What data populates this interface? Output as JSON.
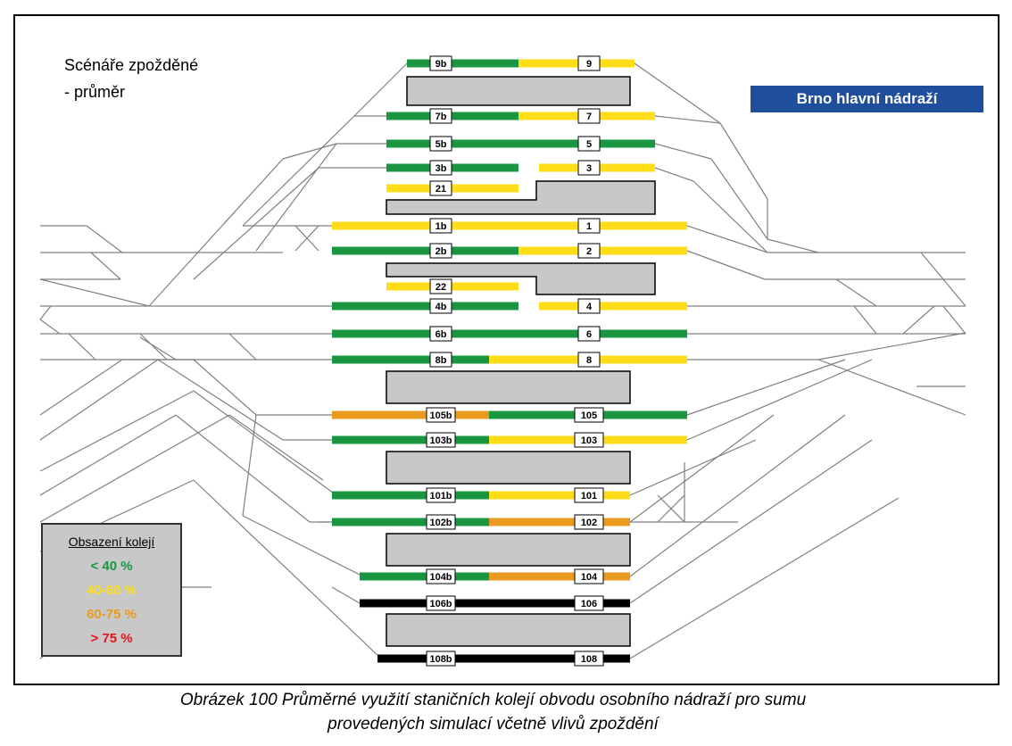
{
  "scenario": {
    "line1": "Scénáře zpožděné",
    "line2": "- průměr"
  },
  "station_name": "Brno hlavní nádraží",
  "legend": {
    "title": "Obsazení kolejí",
    "items": [
      {
        "label": "< 40 %",
        "color": "#1a9641"
      },
      {
        "label": "40-60 %",
        "color": "#ffde17"
      },
      {
        "label": "60-75 %",
        "color": "#e89b1e"
      },
      {
        "label": "> 75 %",
        "color": "#e8141c"
      }
    ]
  },
  "caption": {
    "line1": "Obrázek 100 Průměrné využití staničních kolejí obvodu osobního nádraží pro sumu",
    "line2": "provedených simulací včetně vlivů zpoždění"
  },
  "colors": {
    "green": "#1a9641",
    "yellow": "#ffde17",
    "orange": "#e89b1e",
    "black": "#000000",
    "platform": "#c8c8c8",
    "line": "#808080"
  },
  "tracks": [
    {
      "west": "9b",
      "east": "9",
      "wcolor": "green",
      "ecolor": "yellow"
    },
    {
      "west": "7b",
      "east": "7",
      "wcolor": "green",
      "ecolor": "yellow"
    },
    {
      "west": "5b",
      "east": "5",
      "wcolor": "green",
      "ecolor": "green"
    },
    {
      "west": "3b",
      "east": "3",
      "wcolor": "green",
      "ecolor": "yellow"
    },
    {
      "west": "21",
      "east": "",
      "wcolor": "yellow",
      "ecolor": ""
    },
    {
      "west": "1b",
      "east": "1",
      "wcolor": "yellow",
      "ecolor": "yellow"
    },
    {
      "west": "2b",
      "east": "2",
      "wcolor": "green",
      "ecolor": "yellow"
    },
    {
      "west": "22",
      "east": "",
      "wcolor": "yellow",
      "ecolor": ""
    },
    {
      "west": "4b",
      "east": "4",
      "wcolor": "green",
      "ecolor": "yellow"
    },
    {
      "west": "6b",
      "east": "6",
      "wcolor": "green",
      "ecolor": "green"
    },
    {
      "west": "8b",
      "east": "8",
      "wcolor": "green",
      "ecolor": "yellow"
    },
    {
      "west": "105b",
      "east": "105",
      "wcolor": "orange",
      "ecolor": "green"
    },
    {
      "west": "103b",
      "east": "103",
      "wcolor": "green",
      "ecolor": "yellow"
    },
    {
      "west": "101b",
      "east": "101",
      "wcolor": "green",
      "ecolor": "yellow"
    },
    {
      "west": "102b",
      "east": "102",
      "wcolor": "green",
      "ecolor": "orange"
    },
    {
      "west": "104b",
      "east": "104",
      "wcolor": "green",
      "ecolor": "orange"
    },
    {
      "west": "106b",
      "east": "106",
      "wcolor": "black",
      "ecolor": "black"
    },
    {
      "west": "108b",
      "east": "108",
      "wcolor": "black",
      "ecolor": "black"
    }
  ]
}
